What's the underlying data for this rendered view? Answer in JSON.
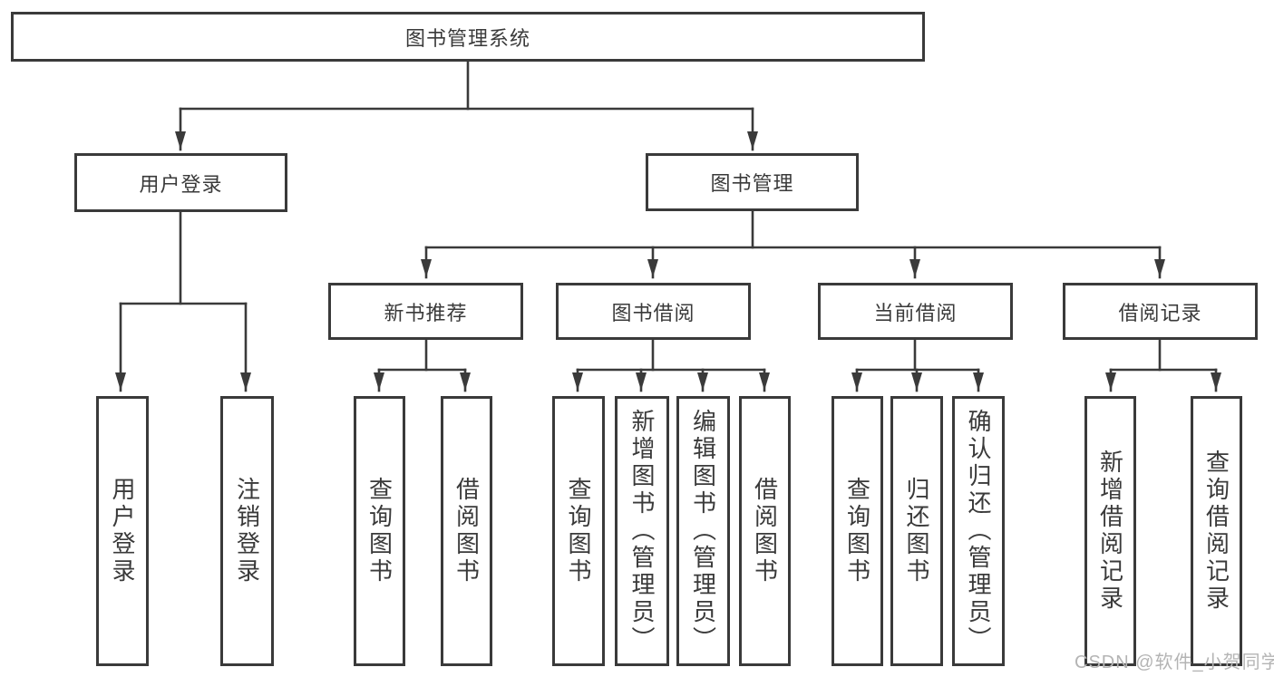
{
  "diagram": {
    "title": "图书管理系统",
    "type": "hierarchy-tree",
    "watermark": "CSDN @软件_小贺同学",
    "colors": {
      "line": "#3a3a3a",
      "text": "#3a3a3a",
      "watermark": "#b4b4b4",
      "background": "#ffffff"
    },
    "tree": {
      "root": {
        "label": "图书管理系统"
      },
      "children": [
        {
          "label": "用户登录",
          "children": [
            {
              "label": "用户登录"
            },
            {
              "label": "注销登录"
            }
          ]
        },
        {
          "label": "图书管理",
          "children": [
            {
              "label": "新书推荐",
              "children": [
                {
                  "label": "查询图书"
                },
                {
                  "label": "借阅图书"
                }
              ]
            },
            {
              "label": "图书借阅",
              "children": [
                {
                  "label": "查询图书"
                },
                {
                  "label": "新增图书（管理员）"
                },
                {
                  "label": "编辑图书（管理员）"
                },
                {
                  "label": "借阅图书"
                }
              ]
            },
            {
              "label": "当前借阅",
              "children": [
                {
                  "label": "查询图书"
                },
                {
                  "label": "归还图书"
                },
                {
                  "label": "确认归还（管理员）"
                }
              ]
            },
            {
              "label": "借阅记录",
              "children": [
                {
                  "label": "新增借阅记录"
                },
                {
                  "label": "查询借阅记录"
                }
              ]
            }
          ]
        }
      ]
    }
  }
}
